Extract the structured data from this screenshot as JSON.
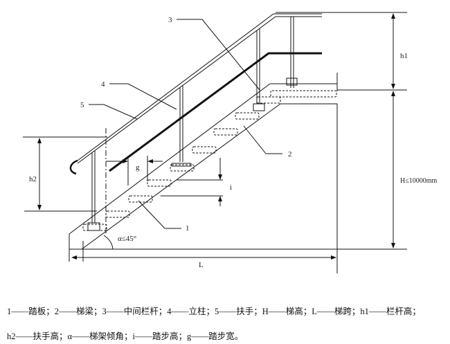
{
  "diagram": {
    "part_labels": [
      "1",
      "2",
      "3",
      "4",
      "5"
    ],
    "dimension_labels": {
      "h1": "h1",
      "h2": "h2",
      "H": "H≤10000mm",
      "L": "L",
      "g": "g",
      "i": "i",
      "angle": "α≤45°"
    }
  },
  "caption": {
    "line1": "1——踏板；2——梯梁；3——中间栏杆；4——立柱；5——扶手；H——梯高；L——梯跨；h1——栏杆高；",
    "line2": "h2——扶手高；α——梯架倾角；i——踏步高；g——踏步宽。"
  }
}
